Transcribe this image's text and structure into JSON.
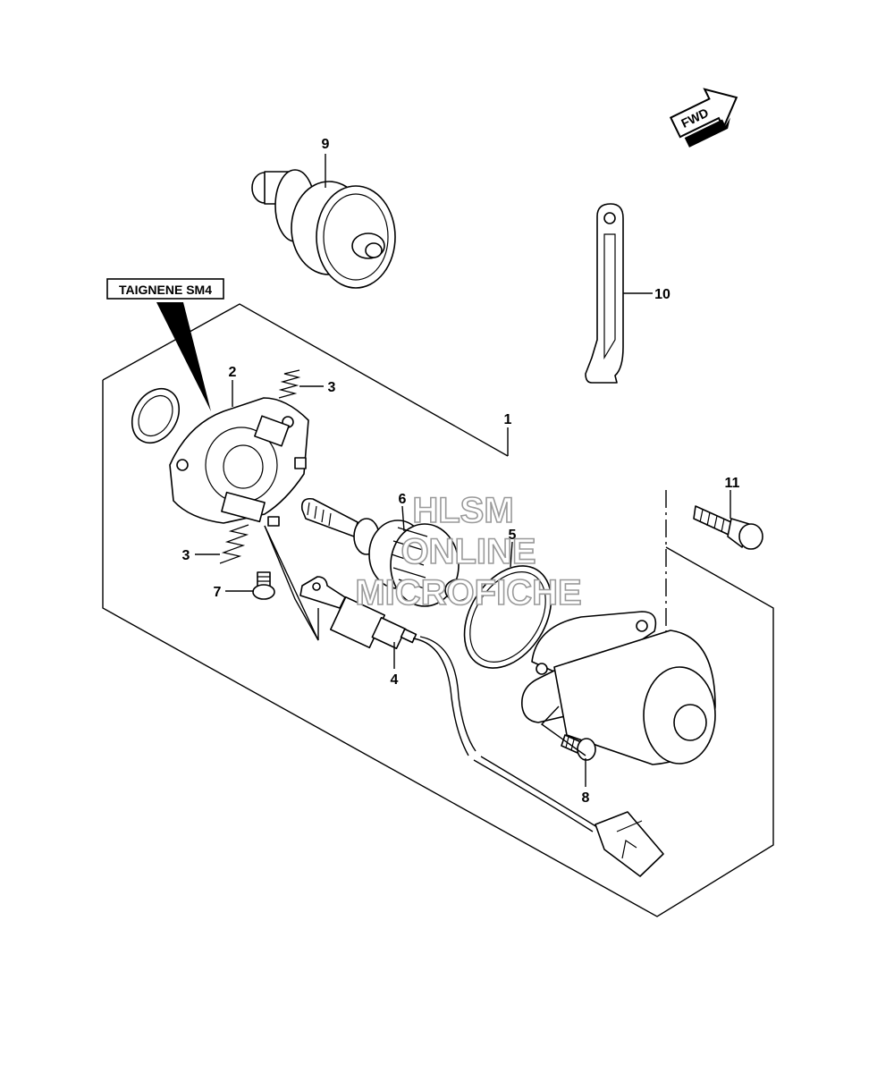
{
  "tag_label": "TAIGNENE SM4",
  "direction_badge": "FWD",
  "watermark": {
    "line1": "HLSM",
    "line2": "ONLINE",
    "line3": "MICROFICHE"
  },
  "callouts": [
    {
      "id": "1",
      "part": "starter-motor-assembly"
    },
    {
      "id": "2",
      "part": "brush-holder"
    },
    {
      "id": "3",
      "part": "brush-spring-upper"
    },
    {
      "id": "3",
      "part": "brush-spring-lower"
    },
    {
      "id": "4",
      "part": "brush-lead"
    },
    {
      "id": "5",
      "part": "o-ring"
    },
    {
      "id": "6",
      "part": "armature"
    },
    {
      "id": "7",
      "part": "screw"
    },
    {
      "id": "8",
      "part": "screw"
    },
    {
      "id": "9",
      "part": "starter-clutch"
    },
    {
      "id": "10",
      "part": "bracket"
    },
    {
      "id": "11",
      "part": "bolt"
    }
  ],
  "colors": {
    "line": "#000000",
    "background": "#ffffff",
    "watermark_stroke": "#9a9a9a"
  }
}
